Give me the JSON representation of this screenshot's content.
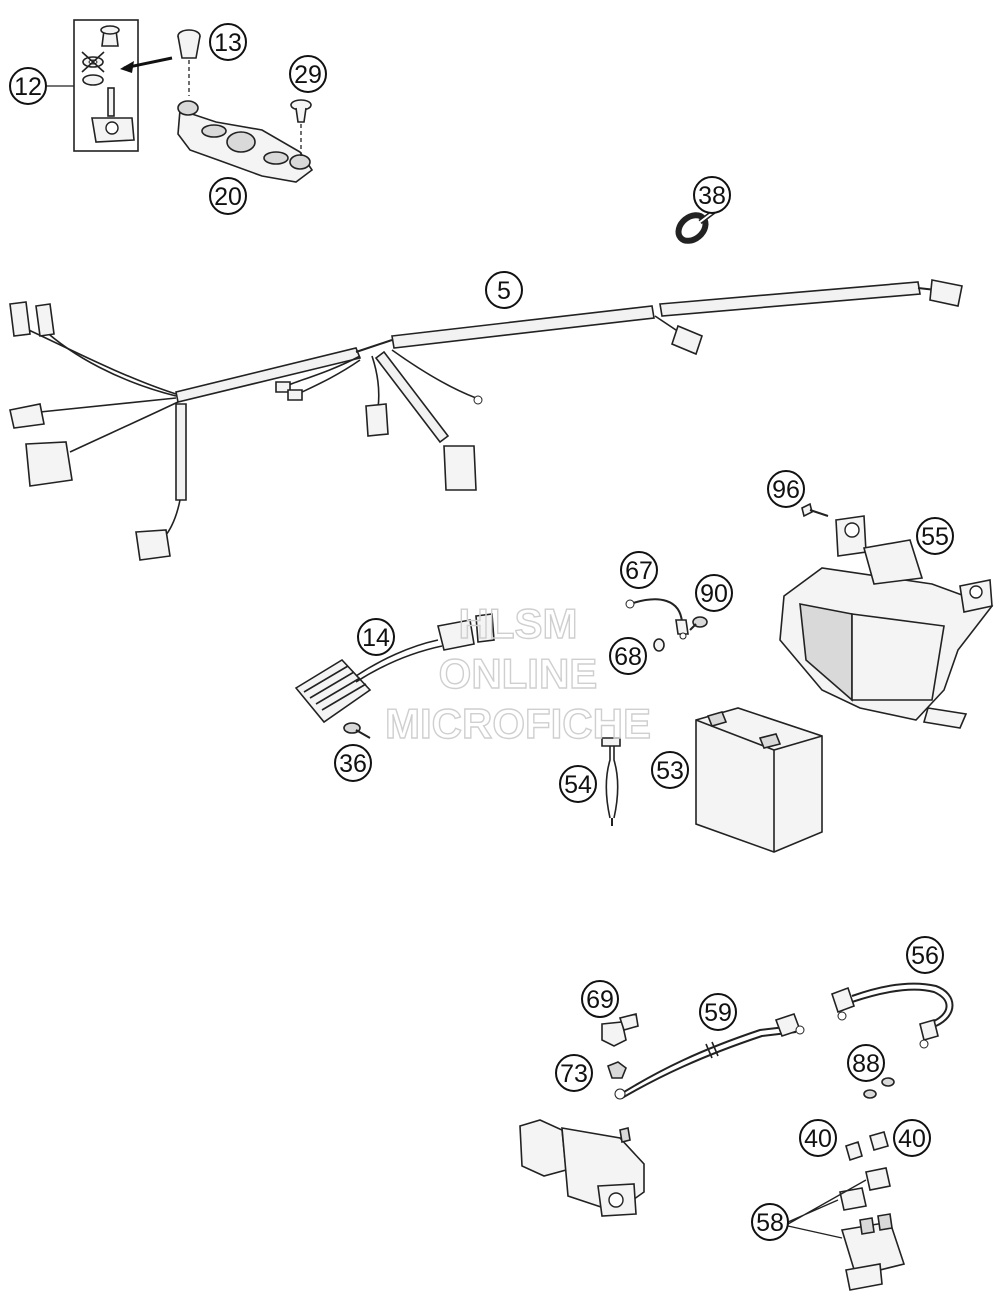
{
  "watermark": {
    "line1": "HLSM",
    "line2": "ONLINE",
    "line3": "MICROFICHE"
  },
  "callouts": {
    "c5": "5",
    "c12": "12",
    "c13": "13",
    "c14": "14",
    "c20": "20",
    "c29": "29",
    "c36": "36",
    "c38": "38",
    "c40a": "40",
    "c40b": "40",
    "c53": "53",
    "c54": "54",
    "c55": "55",
    "c56": "56",
    "c58": "58",
    "c59": "59",
    "c67": "67",
    "c68": "68",
    "c69": "69",
    "c73": "73",
    "c88": "88",
    "c90": "90",
    "c96": "96"
  }
}
